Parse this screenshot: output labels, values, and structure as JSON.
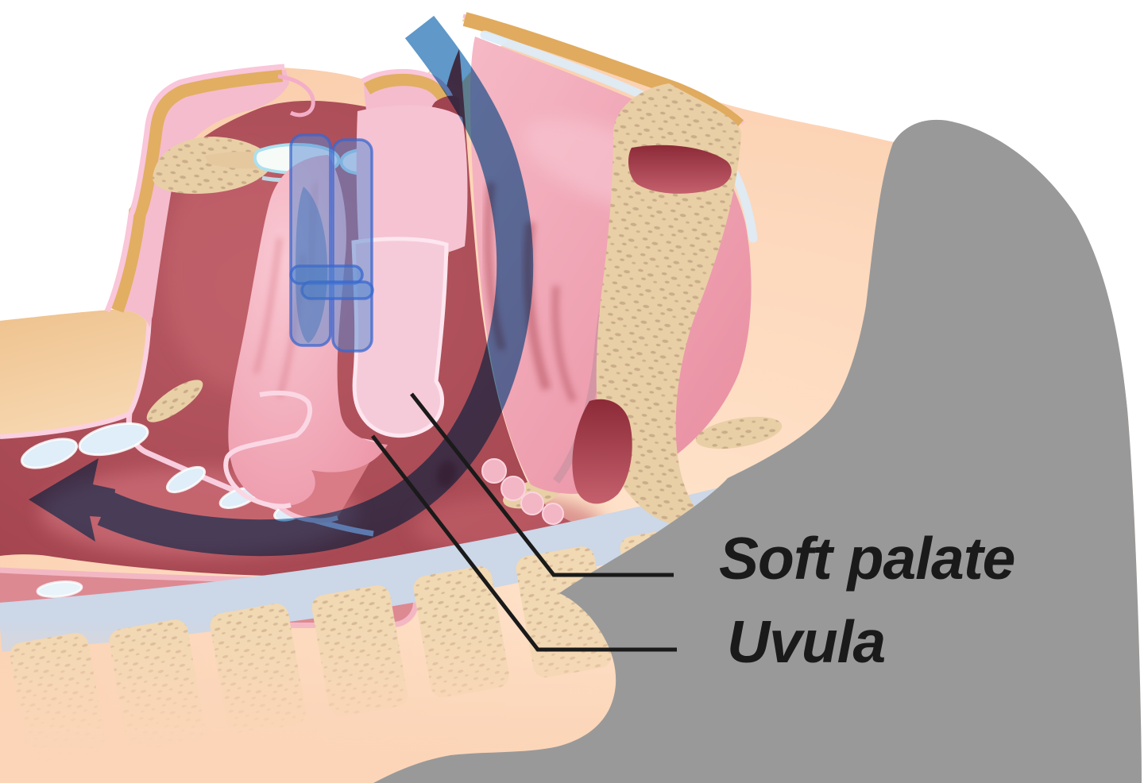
{
  "figure": {
    "type": "medical-illustration",
    "description": "Sagittal cross-section of a sleeping person's head showing the upper airway, with a blue arrow tracing airflow entering the nose and passing behind the soft palate and uvula toward the throat"
  },
  "labels": {
    "soft_palate": "Soft palate",
    "uvula": "Uvula"
  },
  "icons": {
    "airflow_arrow": "curved-arrow-pointing-left-through-airway"
  },
  "colors": {
    "label-color": "#1a1a1a",
    "leader-color": "#1a1a1a",
    "airflow-blue": "#4487c0",
    "skin-peach": "#fcd5b8",
    "hair-gray": "#999999",
    "bone-tan": "#e9cfa6",
    "cavity-red": "#a84b56",
    "mucosa-pink": "#f4bccd",
    "palate-pink": "#f6cbd9",
    "cartilage-blue": "#dfeef8",
    "device-blue": "#4b7dd0",
    "spine-blue": "#ccd7e8",
    "background-white": "#ffffff"
  }
}
